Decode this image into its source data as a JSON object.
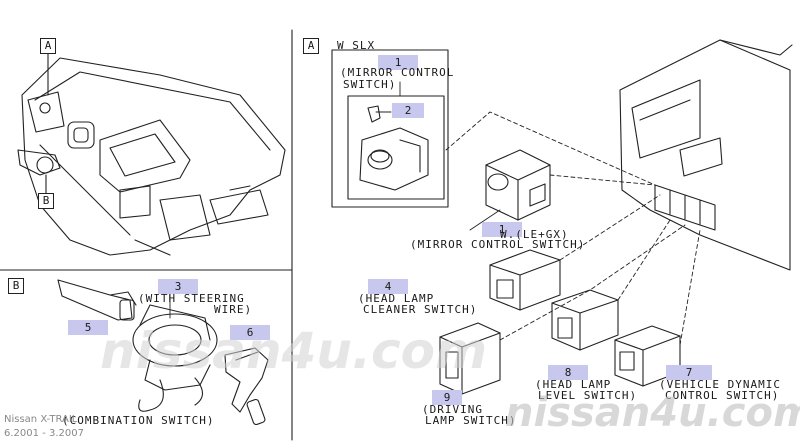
{
  "section_labels": {
    "a_left": "A",
    "a_right": "A",
    "b_left": "B",
    "b_bottom": "B"
  },
  "variant": "W SLX",
  "parts": [
    {
      "num": "1",
      "lines": [
        "(MIRROR CONTROL",
        "SWITCH)"
      ]
    },
    {
      "num": "2",
      "lines": []
    },
    {
      "num": "1",
      "lines": [
        "W.(LE+GX)",
        "(MIRROR CONTROL SWITCH)"
      ]
    },
    {
      "num": "3",
      "lines": [
        "(WITH STEERING",
        "WIRE)"
      ]
    },
    {
      "num": "4",
      "lines": [
        "(HEAD LAMP",
        "CLEANER SWITCH)"
      ]
    },
    {
      "num": "5",
      "lines": []
    },
    {
      "num": "6",
      "lines": []
    },
    {
      "num": "7",
      "lines": [
        "(VEHICLE DYNAMIC",
        "CONTROL SWITCH)"
      ]
    },
    {
      "num": "8",
      "lines": [
        "(HEAD LAMP",
        "LEVEL SWITCH)"
      ]
    },
    {
      "num": "9",
      "lines": [
        "(DRIVING",
        "LAMP SWITCH)"
      ]
    }
  ],
  "combination_switch": "(COMBINATION SWITCH)",
  "watermark": {
    "center": "nissan4u.com",
    "bottom": "nissan4u.com"
  },
  "footer": {
    "model": "Nissan X-TRAIL",
    "dates": "6.2001 - 3.2007"
  }
}
